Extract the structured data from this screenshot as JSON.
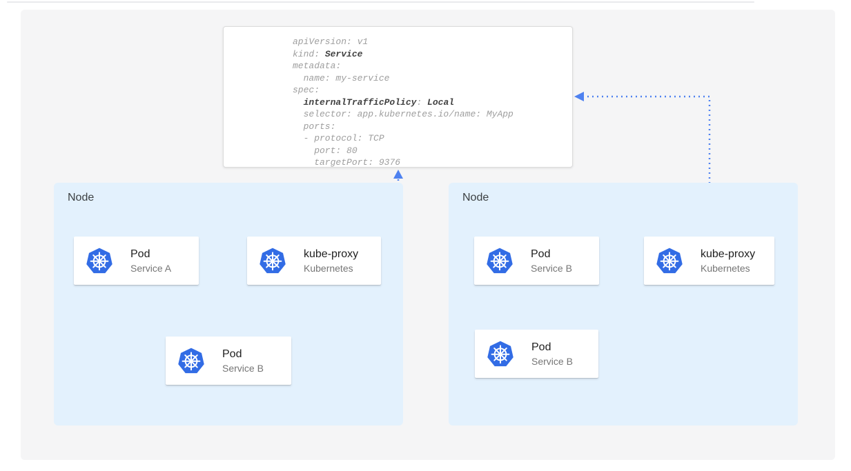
{
  "yaml": {
    "line1": "apiVersion: v1",
    "line2_pre": "kind: ",
    "line2_bold": "Service",
    "line3": "metadata:",
    "line4": "  name: my-service",
    "line5": "spec:",
    "line6_indent": "  ",
    "line6_bold1": "internalTrafficPolicy",
    "line6_colon": ": ",
    "line6_bold2": "Local",
    "line7": "  selector: app.kubernetes.io/name: MyApp",
    "line8": "  ports:",
    "line9": "  - protocol: TCP",
    "line10": "    port: 80",
    "line11": "    targetPort: 9376"
  },
  "nodes": [
    {
      "label": "Node",
      "cards": [
        {
          "title": "Pod",
          "subtitle": "Service A",
          "icon": "kubernetes-logo"
        },
        {
          "title": "kube-proxy",
          "subtitle": "Kubernetes",
          "icon": "kubernetes-logo"
        },
        {
          "title": "Pod",
          "subtitle": "Service B",
          "icon": "kubernetes-logo"
        }
      ]
    },
    {
      "label": "Node",
      "cards": [
        {
          "title": "Pod",
          "subtitle": "Service B",
          "icon": "kubernetes-logo"
        },
        {
          "title": "kube-proxy",
          "subtitle": "Kubernetes",
          "icon": "kubernetes-logo"
        },
        {
          "title": "Pod",
          "subtitle": "Service B",
          "icon": "kubernetes-logo"
        }
      ]
    }
  ],
  "colors": {
    "accent": "#4285f4",
    "dotted": "#4f82f0",
    "node_bg": "#e3f1fd",
    "canvas_bg": "#f5f5f6",
    "k8s_blue": "#326ce5",
    "yaml_dim": "#9e9e9e",
    "yaml_bold": "#424242"
  }
}
